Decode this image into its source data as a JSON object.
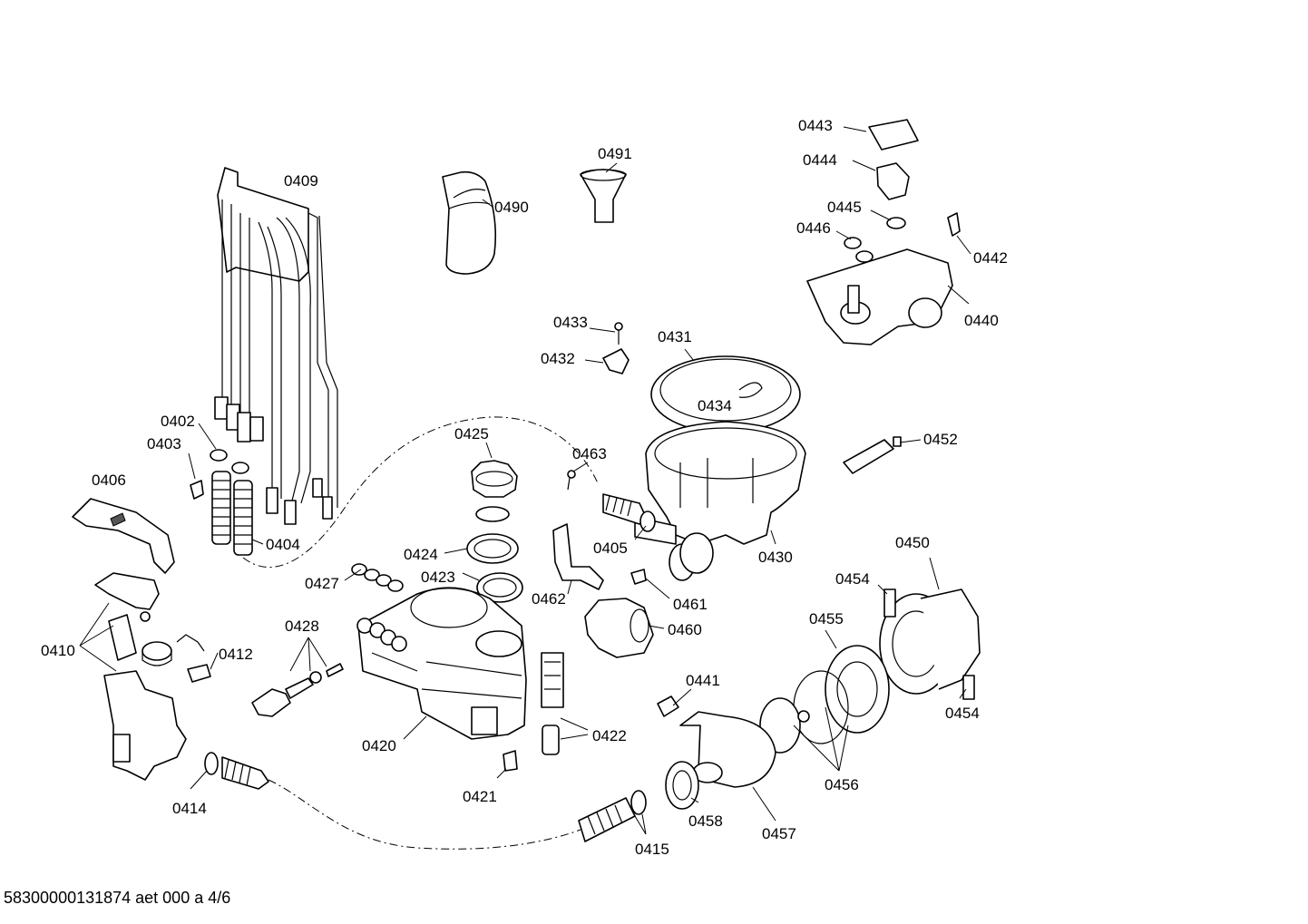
{
  "labels": [
    {
      "id": "0443",
      "text": "0443"
    },
    {
      "id": "0444",
      "text": "0444"
    },
    {
      "id": "0445",
      "text": "0445"
    },
    {
      "id": "0446",
      "text": "0446"
    },
    {
      "id": "0442",
      "text": "0442"
    },
    {
      "id": "0440",
      "text": "0440"
    },
    {
      "id": "0491",
      "text": "0491"
    },
    {
      "id": "0490",
      "text": "0490"
    },
    {
      "id": "0409",
      "text": "0409"
    },
    {
      "id": "0433",
      "text": "0433"
    },
    {
      "id": "0432",
      "text": "0432"
    },
    {
      "id": "0431",
      "text": "0431"
    },
    {
      "id": "0434",
      "text": "0434"
    },
    {
      "id": "0452",
      "text": "0452"
    },
    {
      "id": "0402",
      "text": "0402"
    },
    {
      "id": "0403",
      "text": "0403"
    },
    {
      "id": "0425",
      "text": "0425"
    },
    {
      "id": "0463",
      "text": "0463"
    },
    {
      "id": "0406",
      "text": "0406"
    },
    {
      "id": "0404",
      "text": "0404"
    },
    {
      "id": "0405",
      "text": "0405"
    },
    {
      "id": "0430",
      "text": "0430"
    },
    {
      "id": "0450",
      "text": "0450"
    },
    {
      "id": "0424",
      "text": "0424"
    },
    {
      "id": "0427",
      "text": "0427"
    },
    {
      "id": "0423",
      "text": "0423"
    },
    {
      "id": "0462",
      "text": "0462"
    },
    {
      "id": "0461",
      "text": "0461"
    },
    {
      "id": "0454a",
      "text": "0454"
    },
    {
      "id": "0455",
      "text": "0455"
    },
    {
      "id": "0428",
      "text": "0428"
    },
    {
      "id": "0460",
      "text": "0460"
    },
    {
      "id": "0410",
      "text": "0410"
    },
    {
      "id": "0412",
      "text": "0412"
    },
    {
      "id": "0441",
      "text": "0441"
    },
    {
      "id": "0454b",
      "text": "0454"
    },
    {
      "id": "0420",
      "text": "0420"
    },
    {
      "id": "0422",
      "text": "0422"
    },
    {
      "id": "0456",
      "text": "0456"
    },
    {
      "id": "0421",
      "text": "0421"
    },
    {
      "id": "0414",
      "text": "0414"
    },
    {
      "id": "0458",
      "text": "0458"
    },
    {
      "id": "0457",
      "text": "0457"
    },
    {
      "id": "0415",
      "text": "0415"
    }
  ],
  "footer": "58300000131874 aet 000 a 4/6"
}
